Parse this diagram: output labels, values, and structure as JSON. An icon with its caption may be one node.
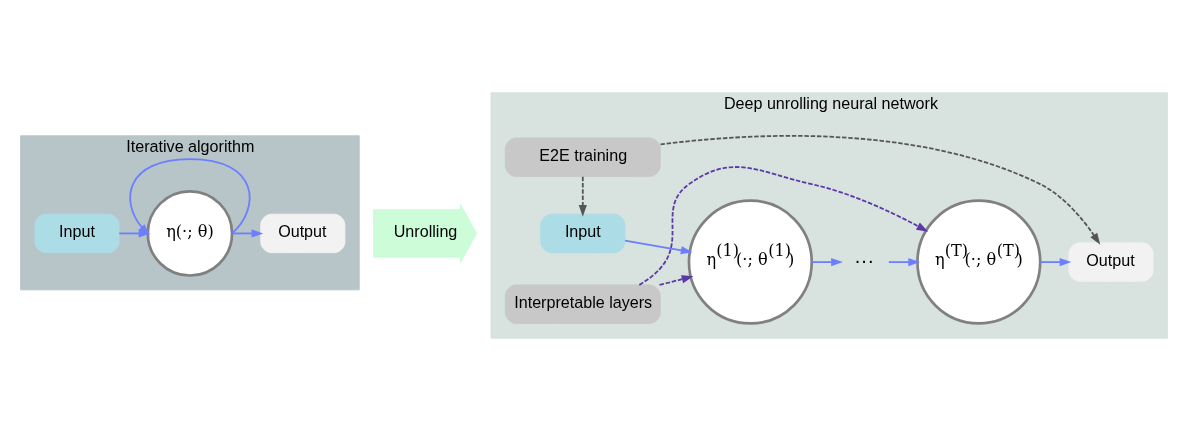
{
  "diagram": {
    "nodes": [
      {
        "text": [
          "Iterative algorithm"
        ]
      },
      {
        "text": [
          "Output"
        ],
        "in": 0
      },
      {
        "text": [
          "η(·; θ)"
        ],
        "in": 0
      },
      {
        "text": [
          "Input"
        ],
        "in": 0
      },
      {
        "text": [
          "Deep unrolling neural network"
        ]
      },
      {
        "text": [
          "E2E training"
        ],
        "in": 4
      },
      {
        "text": [
          "Input"
        ],
        "in": 4
      },
      {
        "text": [
          "η$^{(1)}$(·; θ$^{(1)}$)"
        ],
        "in": 4
      },
      {
        "text": [
          "···"
        ],
        "in": 4
      },
      {
        "text": [
          "η$^{(T)}$(·; θ$^{(T)}$)"
        ],
        "in": 4
      },
      {
        "text": [
          "Output"
        ],
        "in": 4
      },
      {
        "text": [
          "Interpretable layers"
        ],
        "in": 4
      },
      {
        "text": [
          "Unrolling"
        ]
      }
    ],
    "edges": [
      {
        "from": 3,
        "to": 2,
        "arrow": "to"
      },
      {
        "from": 2,
        "to": 1,
        "arrow": "to"
      },
      {
        "from": 2,
        "to": 2,
        "arrow": "to"
      },
      {
        "from": 5,
        "to": 6,
        "arrow": "to",
        "style": "dashed",
        "color": "#555555"
      },
      {
        "from": 5,
        "to": 10,
        "arrow": "to",
        "style": "dashed",
        "color": "#555555"
      },
      {
        "from": 6,
        "to": 7,
        "arrow": "to"
      },
      {
        "from": 7,
        "to": 8,
        "arrow": "to"
      },
      {
        "from": 8,
        "to": 9,
        "arrow": "to"
      },
      {
        "from": 9,
        "to": 10,
        "arrow": "to"
      },
      {
        "from": 11,
        "to": 7,
        "arrow": "to",
        "style": "dashed",
        "color": "#5b3aa6"
      },
      {
        "from": 11,
        "to": 9,
        "arrow": "to",
        "style": "dashed",
        "color": "#5b3aa6"
      }
    ]
  }
}
